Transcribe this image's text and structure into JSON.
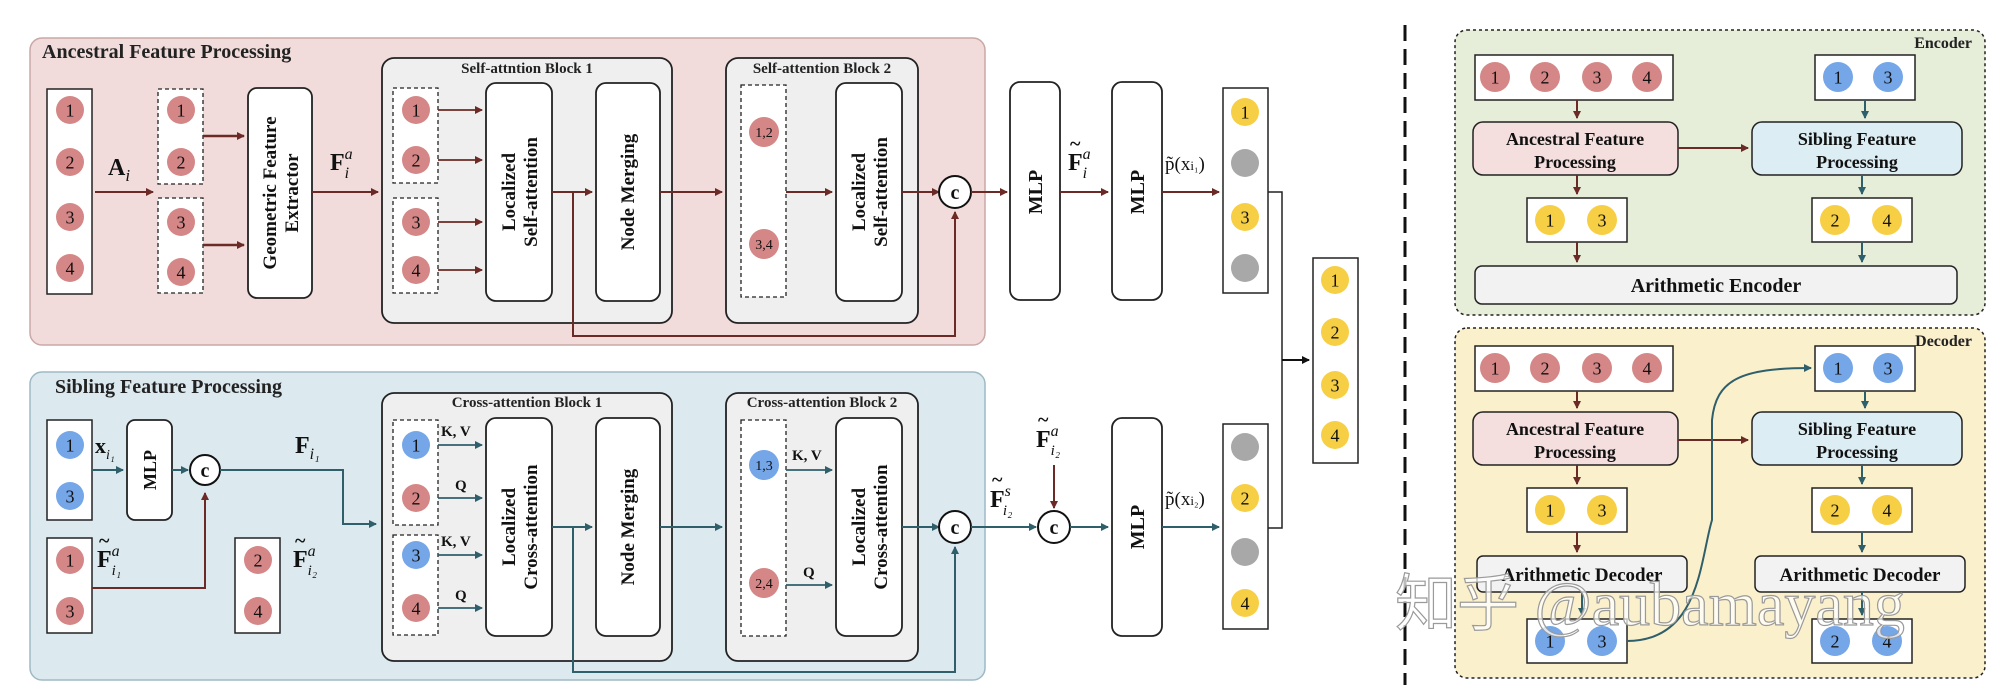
{
  "colors": {
    "red_line": "#6b2a25",
    "teal_line": "#2f5f6b",
    "red_node": "#d48786",
    "blue_node": "#74a6e8",
    "yellow_node": "#f7cf45",
    "gray_node": "#a8a8a8",
    "ancestral_bg": "#f1dcdb",
    "sibling_bg": "#dceaf0",
    "encoder_bg": "#e6edd9",
    "decoder_bg": "#fbf0cc",
    "block_bg": "#efefef",
    "anc_proc_box": "#f4dede",
    "sib_proc_box": "#dcedf3"
  },
  "ancestral": {
    "title": "Ancestral Feature Processing",
    "input_nodes": [
      "1",
      "2",
      "3",
      "4"
    ],
    "input_label_main": "A",
    "input_label_sub": "i",
    "group1": [
      "1",
      "2"
    ],
    "group2": [
      "3",
      "4"
    ],
    "extractor_line1": "Geometric Feature",
    "extractor_line2": "Extractor",
    "feat_main": "F",
    "feat_sup": "a",
    "feat_sub": "i",
    "block1_title": "Self-attntion Block 1",
    "block1_nodes": [
      "1",
      "2",
      "3",
      "4"
    ],
    "block1_attn_line1": "Localized",
    "block1_attn_line2": "Self-attention",
    "node_merging": "Node Merging",
    "block2_title": "Self-attention Block 2",
    "block2_nodes": [
      "1,2",
      "3,4"
    ],
    "block2_attn_line1": "Localized",
    "block2_attn_line2": "Self-attention",
    "concat": "c",
    "mlp1": "MLP",
    "tilde_main": "F",
    "tilde_sup": "a",
    "tilde_sub": "i",
    "mlp2": "MLP",
    "prob_label": "p̃(x",
    "prob_sub": "i₁",
    "prob_close": ")",
    "output_nodes": [
      "1",
      "",
      "3",
      ""
    ]
  },
  "sibling": {
    "title": "Sibling Feature Processing",
    "input_nodes": [
      "1",
      "3"
    ],
    "x_main": "x",
    "x_sub": "i₁",
    "mlp": "MLP",
    "concat1": "c",
    "tilde_in_nodes": [
      "1",
      "3"
    ],
    "tilde_in_main": "F",
    "tilde_in_sup": "a",
    "tilde_in_sub": "i₁",
    "feat_main": "F",
    "feat_sub": "i₁",
    "lower_nodes": [
      "2",
      "4"
    ],
    "lower_main": "F",
    "lower_sup": "a",
    "lower_sub": "i₂",
    "block1_title": "Cross-attention Block 1",
    "block1_nodes": [
      "1",
      "2",
      "3",
      "4"
    ],
    "kv_label": "K, V",
    "q_label": "Q",
    "block1_attn_line1": "Localized",
    "block1_attn_line2": "Cross-attention",
    "node_merging": "Node Merging",
    "block2_title": "Cross-attention Block 2",
    "block2_nodes": [
      "1,3",
      "2,4"
    ],
    "block2_attn_line1": "Localized",
    "block2_attn_line2": "Cross-attention",
    "concat2": "c",
    "s_main": "F",
    "s_sup": "s",
    "s_sub": "i₂",
    "concat3": "c",
    "a2_main": "F",
    "a2_sup": "a",
    "a2_sub": "i₂",
    "mlp2": "MLP",
    "prob_label": "p̃(x",
    "prob_sub": "i₂",
    "prob_close": ")",
    "output_nodes": [
      "",
      "2",
      "",
      "4"
    ]
  },
  "final_nodes": [
    "1",
    "2",
    "3",
    "4"
  ],
  "encoder": {
    "title": "Encoder",
    "input_red": [
      "1",
      "2",
      "3",
      "4"
    ],
    "input_blue": [
      "1",
      "3"
    ],
    "anc_line1": "Ancestral Feature",
    "anc_line2": "Processing",
    "sib_line1": "Sibling Feature",
    "sib_line2": "Processing",
    "out_left": [
      "1",
      "3"
    ],
    "out_right": [
      "2",
      "4"
    ],
    "arith": "Arithmetic Encoder"
  },
  "decoder": {
    "title": "Decoder",
    "input_red": [
      "1",
      "2",
      "3",
      "4"
    ],
    "input_blue": [
      "1",
      "3"
    ],
    "anc_line1": "Ancestral Feature",
    "anc_line2": "Processing",
    "sib_line1": "Sibling Feature",
    "sib_line2": "Processing",
    "out_left": [
      "1",
      "3"
    ],
    "out_right": [
      "2",
      "4"
    ],
    "arith_left": "Arithmetic Decoder",
    "arith_right": "Arithmetic Decoder",
    "bottom_left": [
      "1",
      "3"
    ],
    "bottom_right": [
      "2",
      "4"
    ]
  },
  "watermark": "知乎 @aubamayang"
}
